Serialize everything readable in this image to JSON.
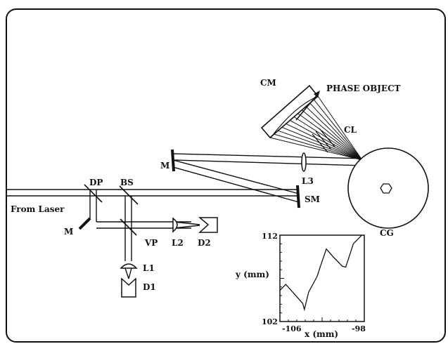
{
  "labels": {
    "cm": "CM",
    "phase_object": "PHASE OBJECT",
    "cl": "CL",
    "m_top": "M",
    "l3": "L3",
    "dp": "DP",
    "bs": "BS",
    "from_laser": "From Laser",
    "sm": "SM",
    "m_bottom": "M",
    "vp": "VP",
    "l2": "L2",
    "d2": "D2",
    "cg": "CG",
    "l1": "L1",
    "d1": "D1"
  },
  "inset": {
    "y_ticks": [
      "112",
      "102"
    ],
    "x_ticks": [
      "-106",
      "-98"
    ],
    "ylabel": "y (mm)",
    "xlabel": "x (mm)"
  },
  "chart_data": {
    "type": "line",
    "xlabel": "x (mm)",
    "ylabel": "y (mm)",
    "xlim": [
      -107,
      -97
    ],
    "ylim": [
      102,
      112
    ],
    "series": [
      {
        "values": [
          [
            -107,
            105.6
          ],
          [
            -106.3,
            106.3
          ],
          [
            -104.3,
            104.1
          ],
          [
            -104.1,
            103.4
          ],
          [
            -103.6,
            105.4
          ],
          [
            -102.6,
            107.2
          ],
          [
            -102.2,
            108.4
          ],
          [
            -101.5,
            110.4
          ],
          [
            -100.6,
            109.4
          ],
          [
            -99.6,
            108.4
          ],
          [
            -99.2,
            108.3
          ],
          [
            -98.3,
            111.0
          ],
          [
            -97.3,
            112.0
          ]
        ]
      }
    ]
  }
}
